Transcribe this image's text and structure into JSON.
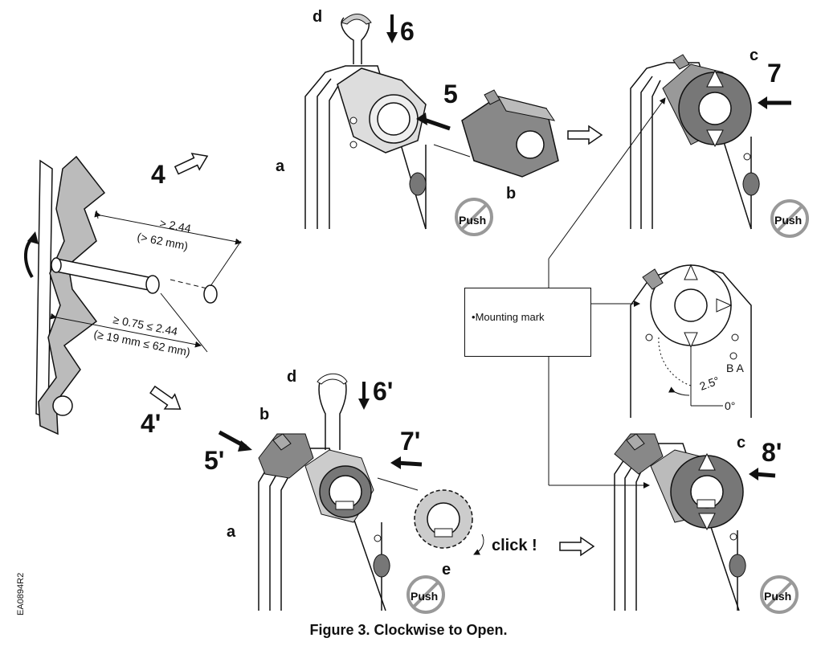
{
  "caption": "Figure 3.  Clockwise to Open.",
  "doc_code": "EA0894R2",
  "mounting_mark": "Mounting mark",
  "bullet": "•",
  "steps": {
    "s4": "4",
    "s4p": "4'",
    "s5": "5",
    "s5p": "5'",
    "s6": "6",
    "s6p": "6'",
    "s7": "7",
    "s7p": "7'",
    "s8p": "8'"
  },
  "letters": {
    "a": "a",
    "b": "b",
    "c": "c",
    "d": "d",
    "e": "e"
  },
  "dims": {
    "len_in": "> 2.44",
    "len_mm": "(> 62 mm)",
    "dia_in": "≥ 0.75 ≤ 2.44",
    "dia_mm": "(≥ 19 mm ≤ 62 mm)"
  },
  "angles": {
    "a25": "2.5°",
    "a0": "0°",
    "ba": "B A"
  },
  "click": "click !",
  "push": "Push"
}
